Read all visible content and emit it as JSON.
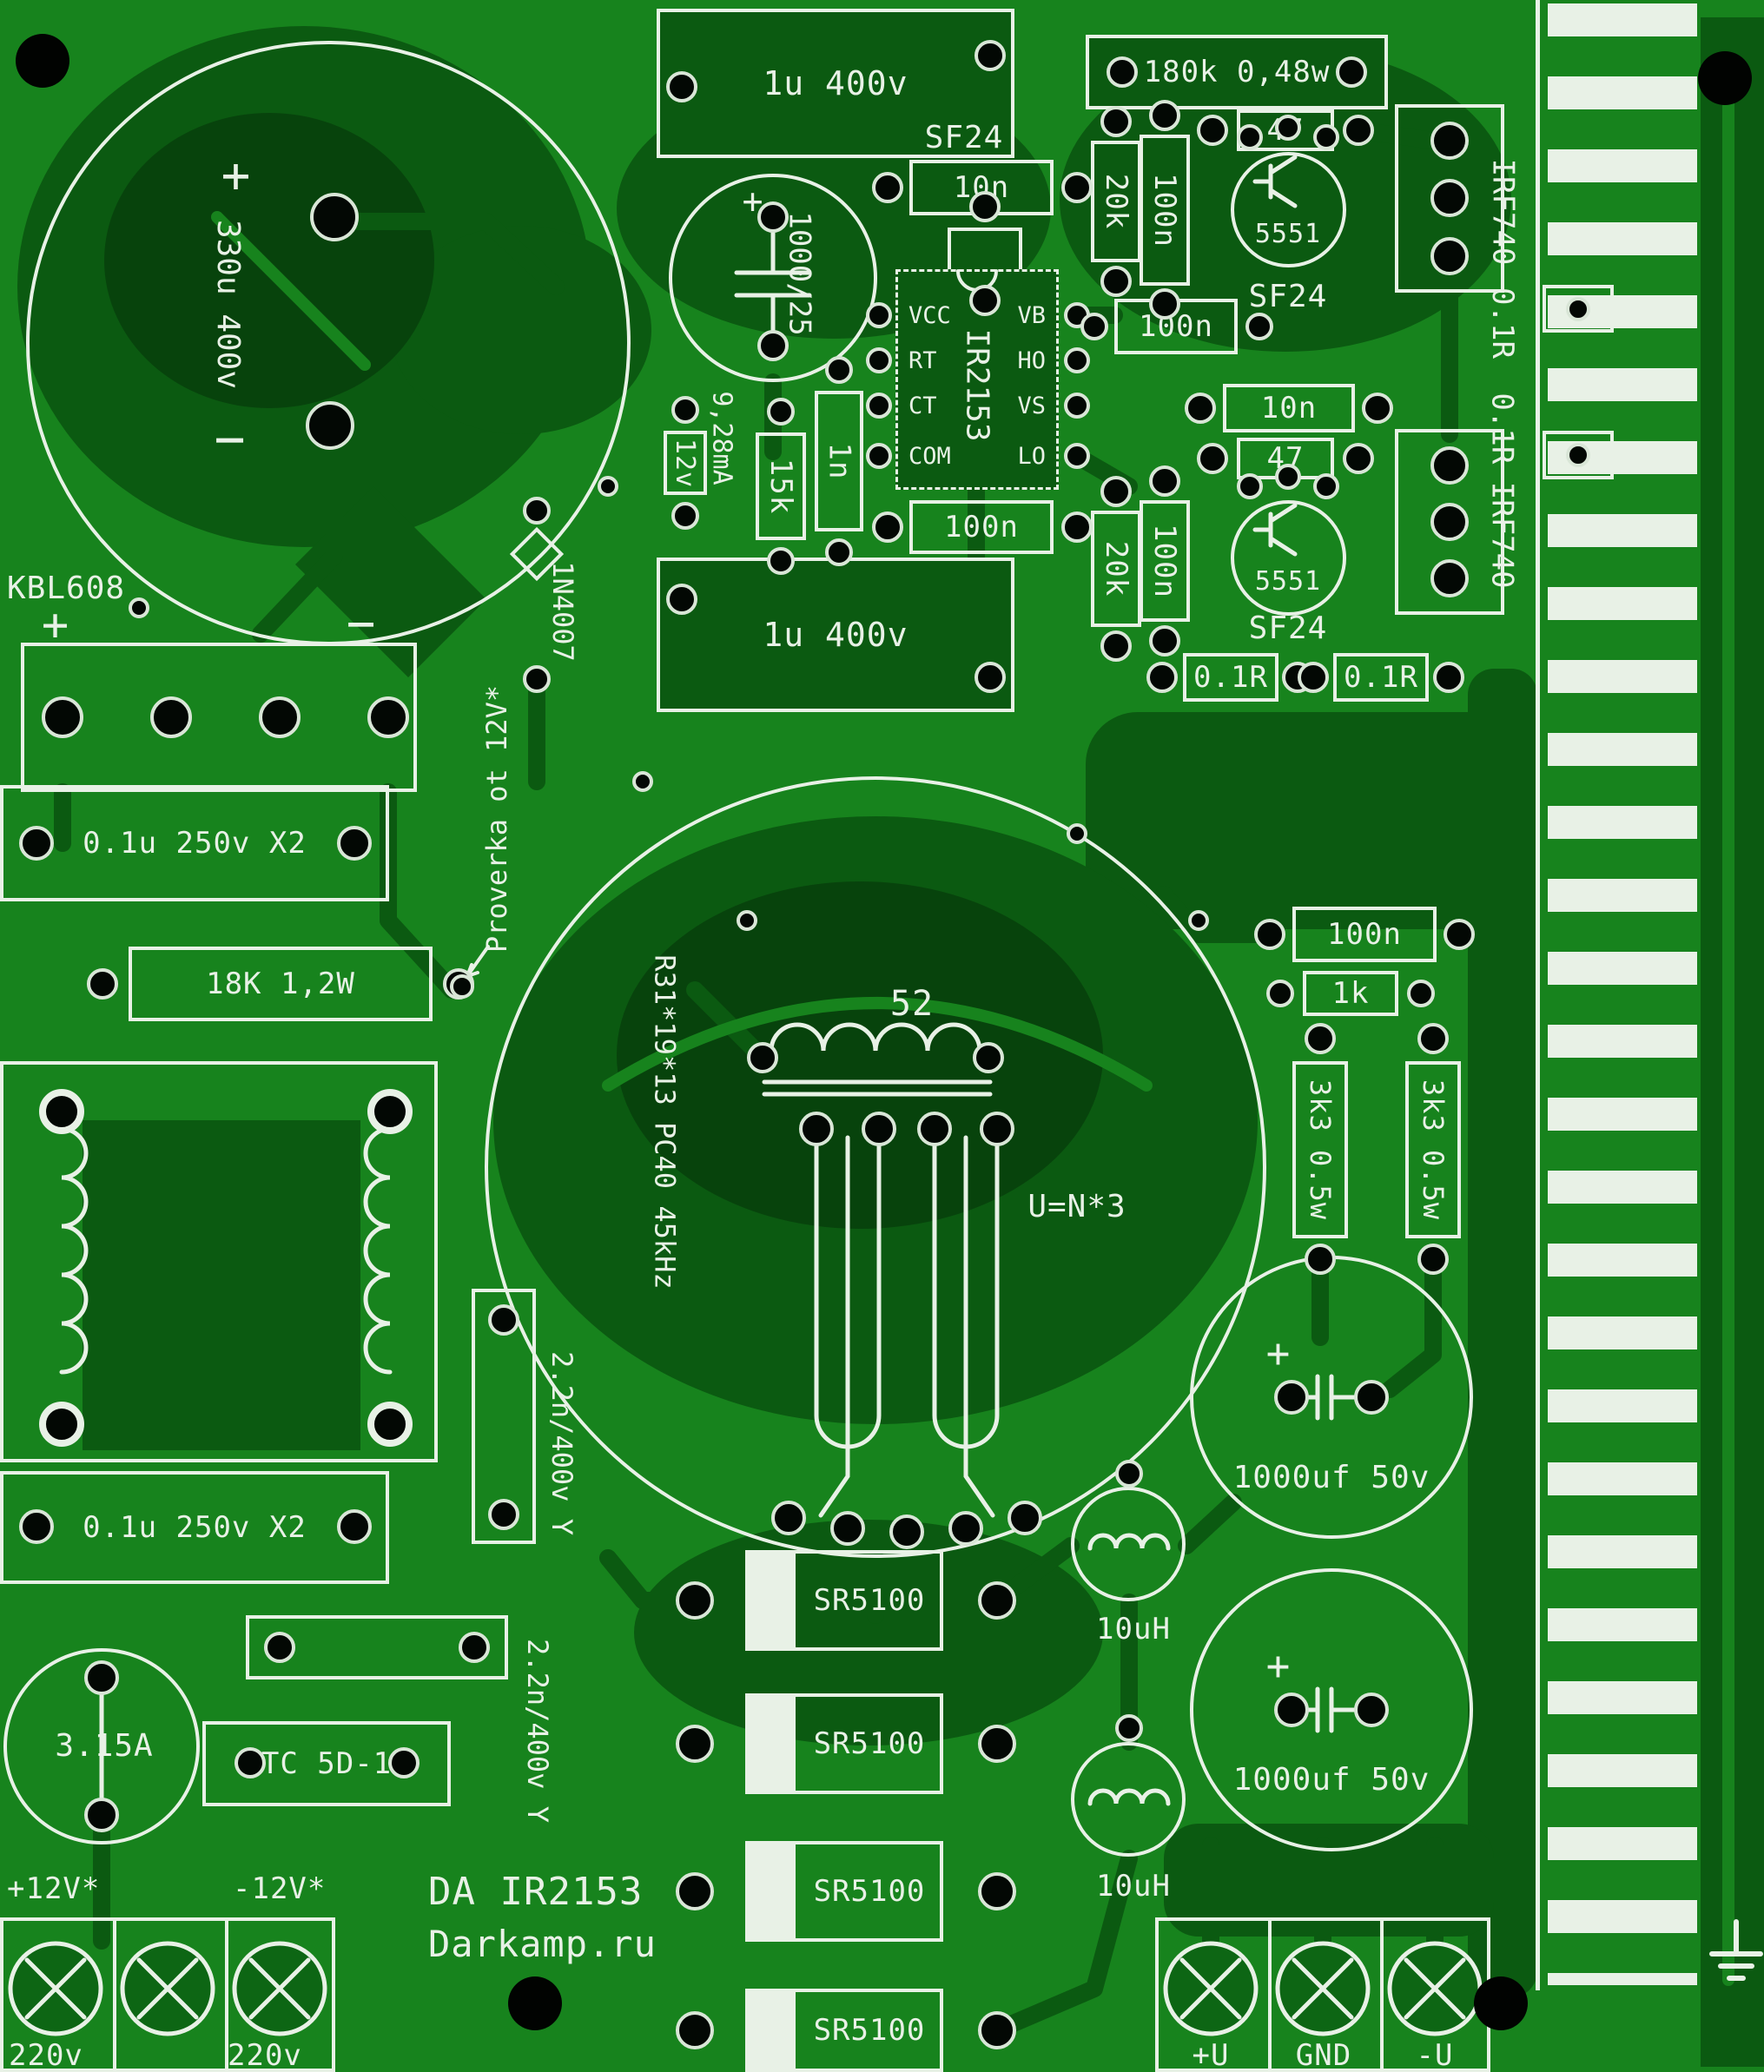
{
  "board": {
    "title": "DA IR2153",
    "site": "Darkamp.ru"
  },
  "colors": {
    "board_green": "#17831d",
    "copper_pour": "#0b5a11",
    "silkscreen": "#e8f1e6",
    "hole": "#000000"
  },
  "top": {
    "cap_1u_a": "1u 400v",
    "sf24_a": "SF24",
    "c10n_a": "10n",
    "r180k": "180k 0,48w",
    "r47_a": "47",
    "r20k_a": "20k",
    "c100n_a": "100n",
    "q5551_a": "5551",
    "sf24_b": "SF24",
    "irf740_a": "IRF740",
    "r01_a": "0.1R",
    "c100n_b": "100n"
  },
  "bulk_cap": {
    "value": "330u 400v",
    "plus": "+",
    "minus": "−"
  },
  "aux_cap": {
    "value": "1000/25",
    "plus": "+"
  },
  "ic": {
    "name": "IR2153",
    "pins_left": [
      "VCC",
      "RT",
      "CT",
      "COM"
    ],
    "pins_right": [
      "VB",
      "HO",
      "VS",
      "LO"
    ]
  },
  "mid": {
    "current": "9,28mA",
    "zener": "12v",
    "r15k": "15k",
    "c1n": "1n",
    "c100n_c": "100n",
    "c10n_b": "10n",
    "r47_b": "47",
    "r20k_b": "20k",
    "c100n_d": "100n",
    "q5551_b": "5551",
    "sf24_c": "SF24",
    "r01_b": "0.1R",
    "r01_c": "0.1R",
    "irf740_b": "0.1R IRF740"
  },
  "input": {
    "kbl608": "KBL608",
    "plus": "+",
    "minus": "−",
    "d1n4007": "1N4007",
    "cap_1u_b": "1u 400v",
    "cx_a": "0.1u 250v X2",
    "r18k": "18K 1,2W",
    "note": "Proverka ot 12V*",
    "cx_b": "0.1u 250v X2",
    "fuse": "3.15A",
    "ntc": "NTC 5D-11",
    "cy_a": "2.2n/400v Y",
    "cy_b": "2.2n/400v Y"
  },
  "transformer": {
    "turns": "52",
    "core": "R31*19*13 PC40 45kHz",
    "ratio": "U=N*3"
  },
  "output": {
    "c100n_e": "100n",
    "r1k": "1k",
    "r3k3_a": "3k3 0.5w",
    "r3k3_b": "3k3 0.5w",
    "cap_plus": "+",
    "cap_a": "1000uf 50v",
    "cap_b": "1000uf 50v",
    "d1": "SR5100",
    "d2": "SR5100",
    "d3": "SR5100",
    "d4": "SR5100",
    "l1": "10uH",
    "l2": "10uH"
  },
  "terminals": {
    "p12": "+12V*",
    "m12": "-12V*",
    "v220_a": "220v",
    "v220_b": "220v",
    "plus_u": "+U",
    "gnd": "GND",
    "minus_u": "-U"
  }
}
